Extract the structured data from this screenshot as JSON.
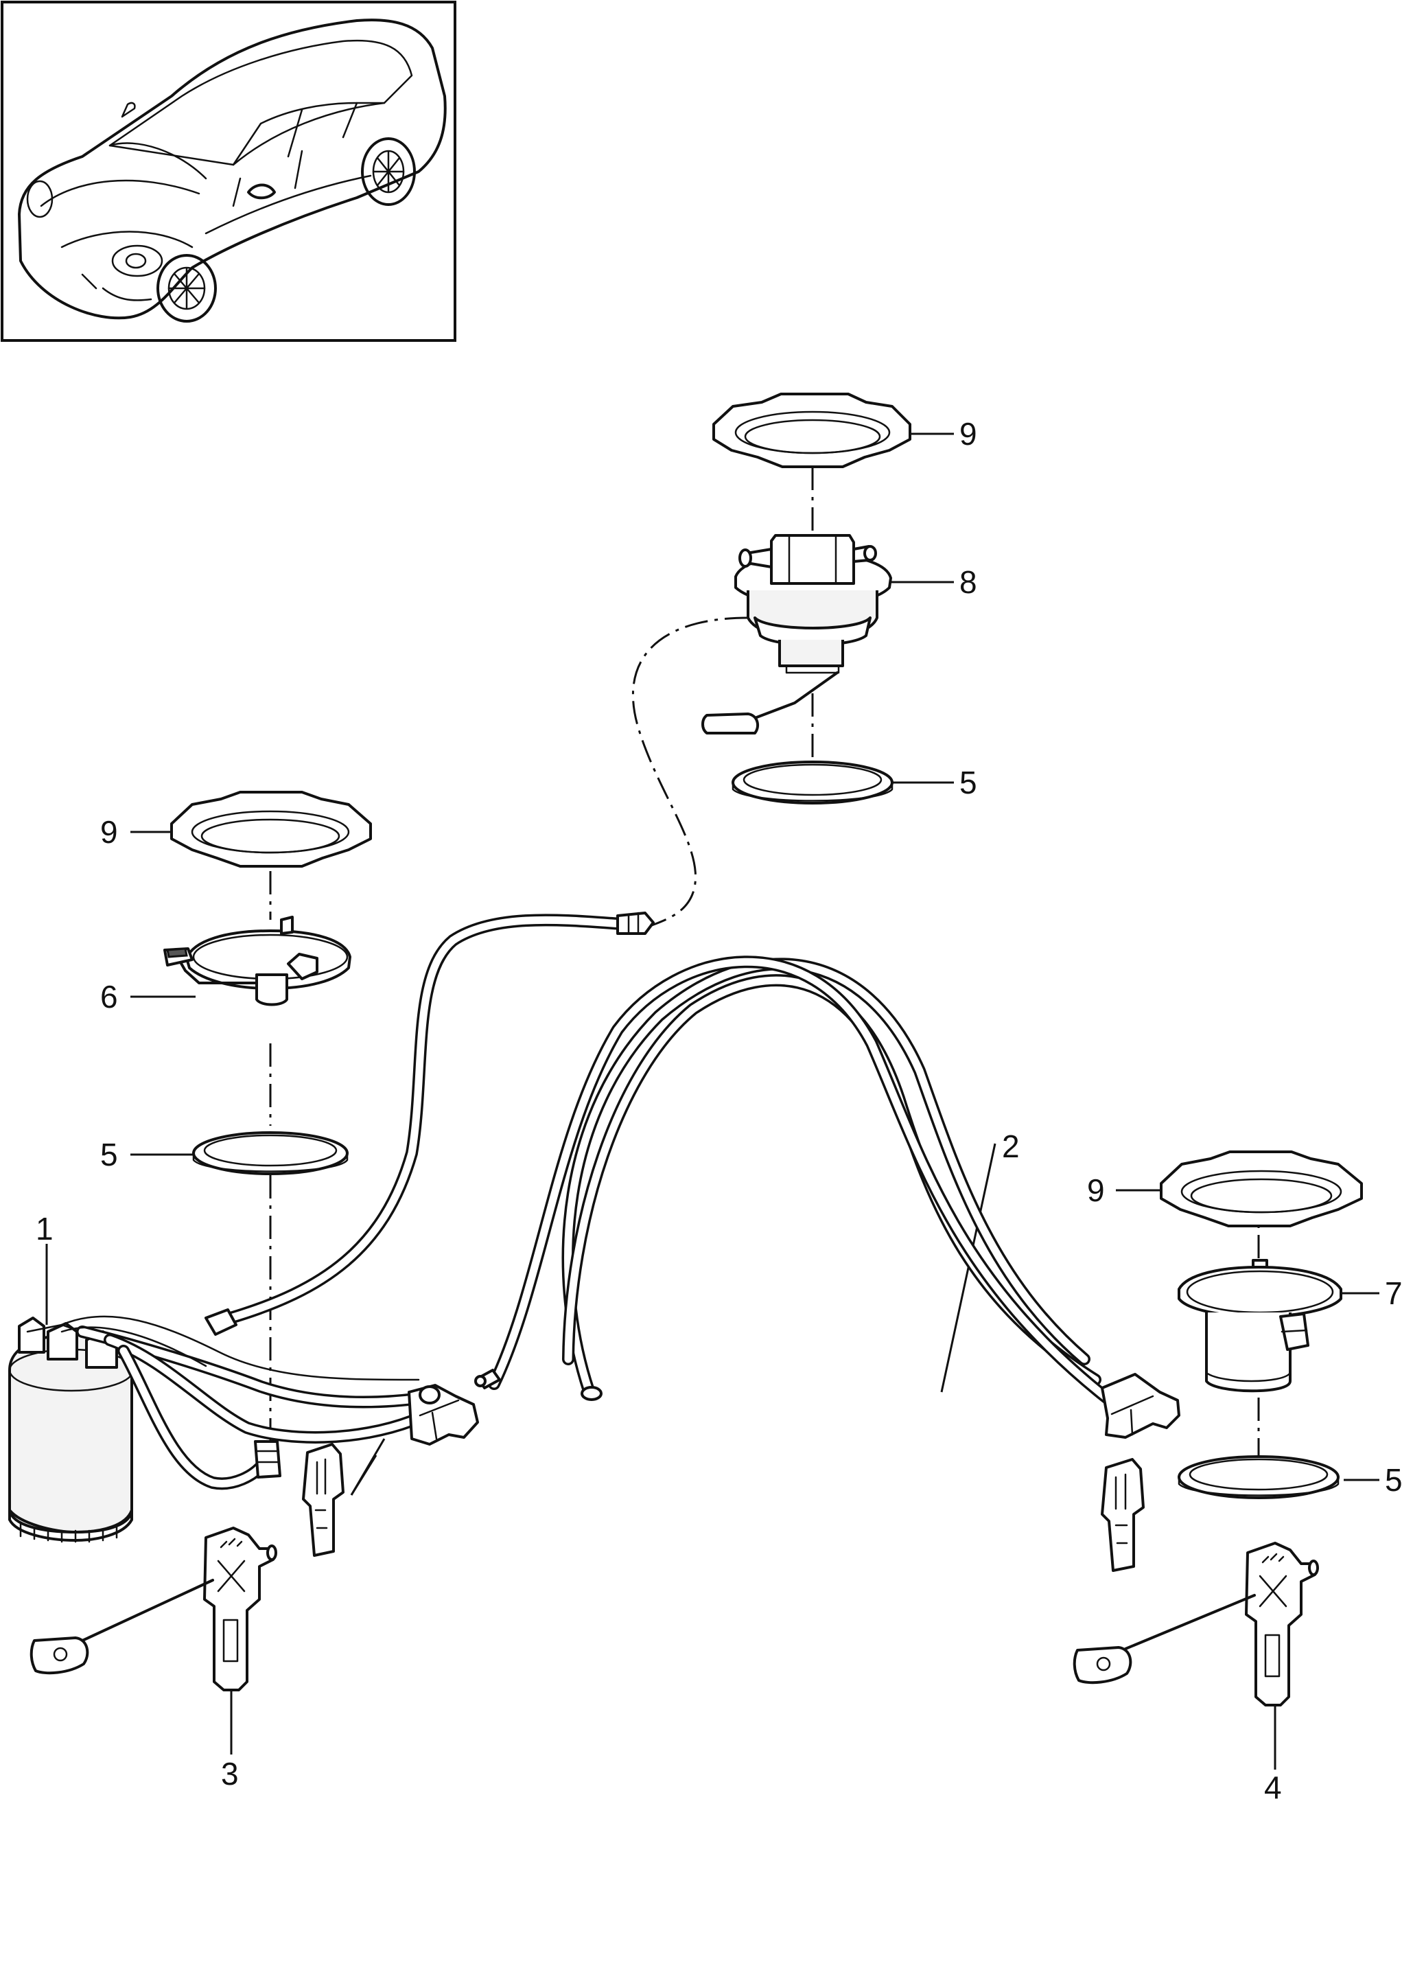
{
  "callouts": {
    "c1": "1",
    "c2": "2",
    "c3": "3",
    "c4": "4",
    "c5a": "5",
    "c5b": "5",
    "c5c": "5",
    "c6": "6",
    "c7": "7",
    "c8": "8",
    "c9a": "9",
    "c9b": "9",
    "c9c": "9"
  },
  "icons": {
    "thumbnail": "sports-sedan-illustration"
  },
  "colors": {
    "line": "#111111",
    "background": "#ffffff"
  }
}
